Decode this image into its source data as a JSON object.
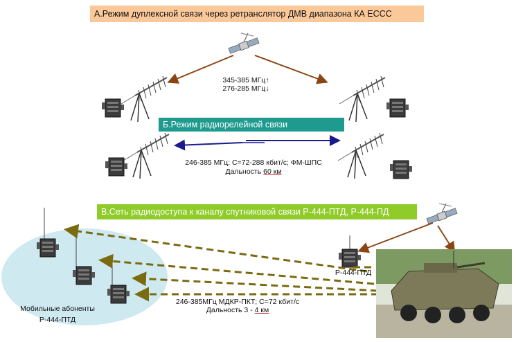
{
  "modes": {
    "a": {
      "title": "А.Режим  дуплексной связи через ретранслятор ДМВ диапазона КА ЕССС",
      "freq_up": "345-385 МГц↑",
      "freq_down": "276-285 МГц↓"
    },
    "b": {
      "title": "Б.Режим радиорелейной связи",
      "params": "246-385 МГц; С=72-288 кбит/с; ФМ-ШПС",
      "range_prefix": "Дальность ",
      "range_value": "60 км"
    },
    "c": {
      "title": "В.Сеть радиодоступа к каналу спутниковой связи Р-444-ПТД, Р-444-ПД",
      "station_label": "Р-444-ПТД",
      "mobile_label_1": "Мобильные абоненты",
      "mobile_label_2": "Р-444-ПТД",
      "params": "246-385МГц МДКР-ПКТ; С=72 кбит/с",
      "range_prefix": "Дальность 3 - ",
      "range_value": "4 км"
    }
  },
  "colors": {
    "banner_a": "#fbc89a",
    "banner_b": "#1e9a8e",
    "banner_c": "#8fcc2a",
    "sat_link": "#8b4513",
    "relay_link": "#1a1a8c",
    "access_link": "#7a6a10",
    "ellipse": "#cfe9f1"
  },
  "icons": [
    "satellite-icon",
    "yagi-antenna-icon",
    "radio-unit-icon",
    "armored-vehicle-icon"
  ]
}
